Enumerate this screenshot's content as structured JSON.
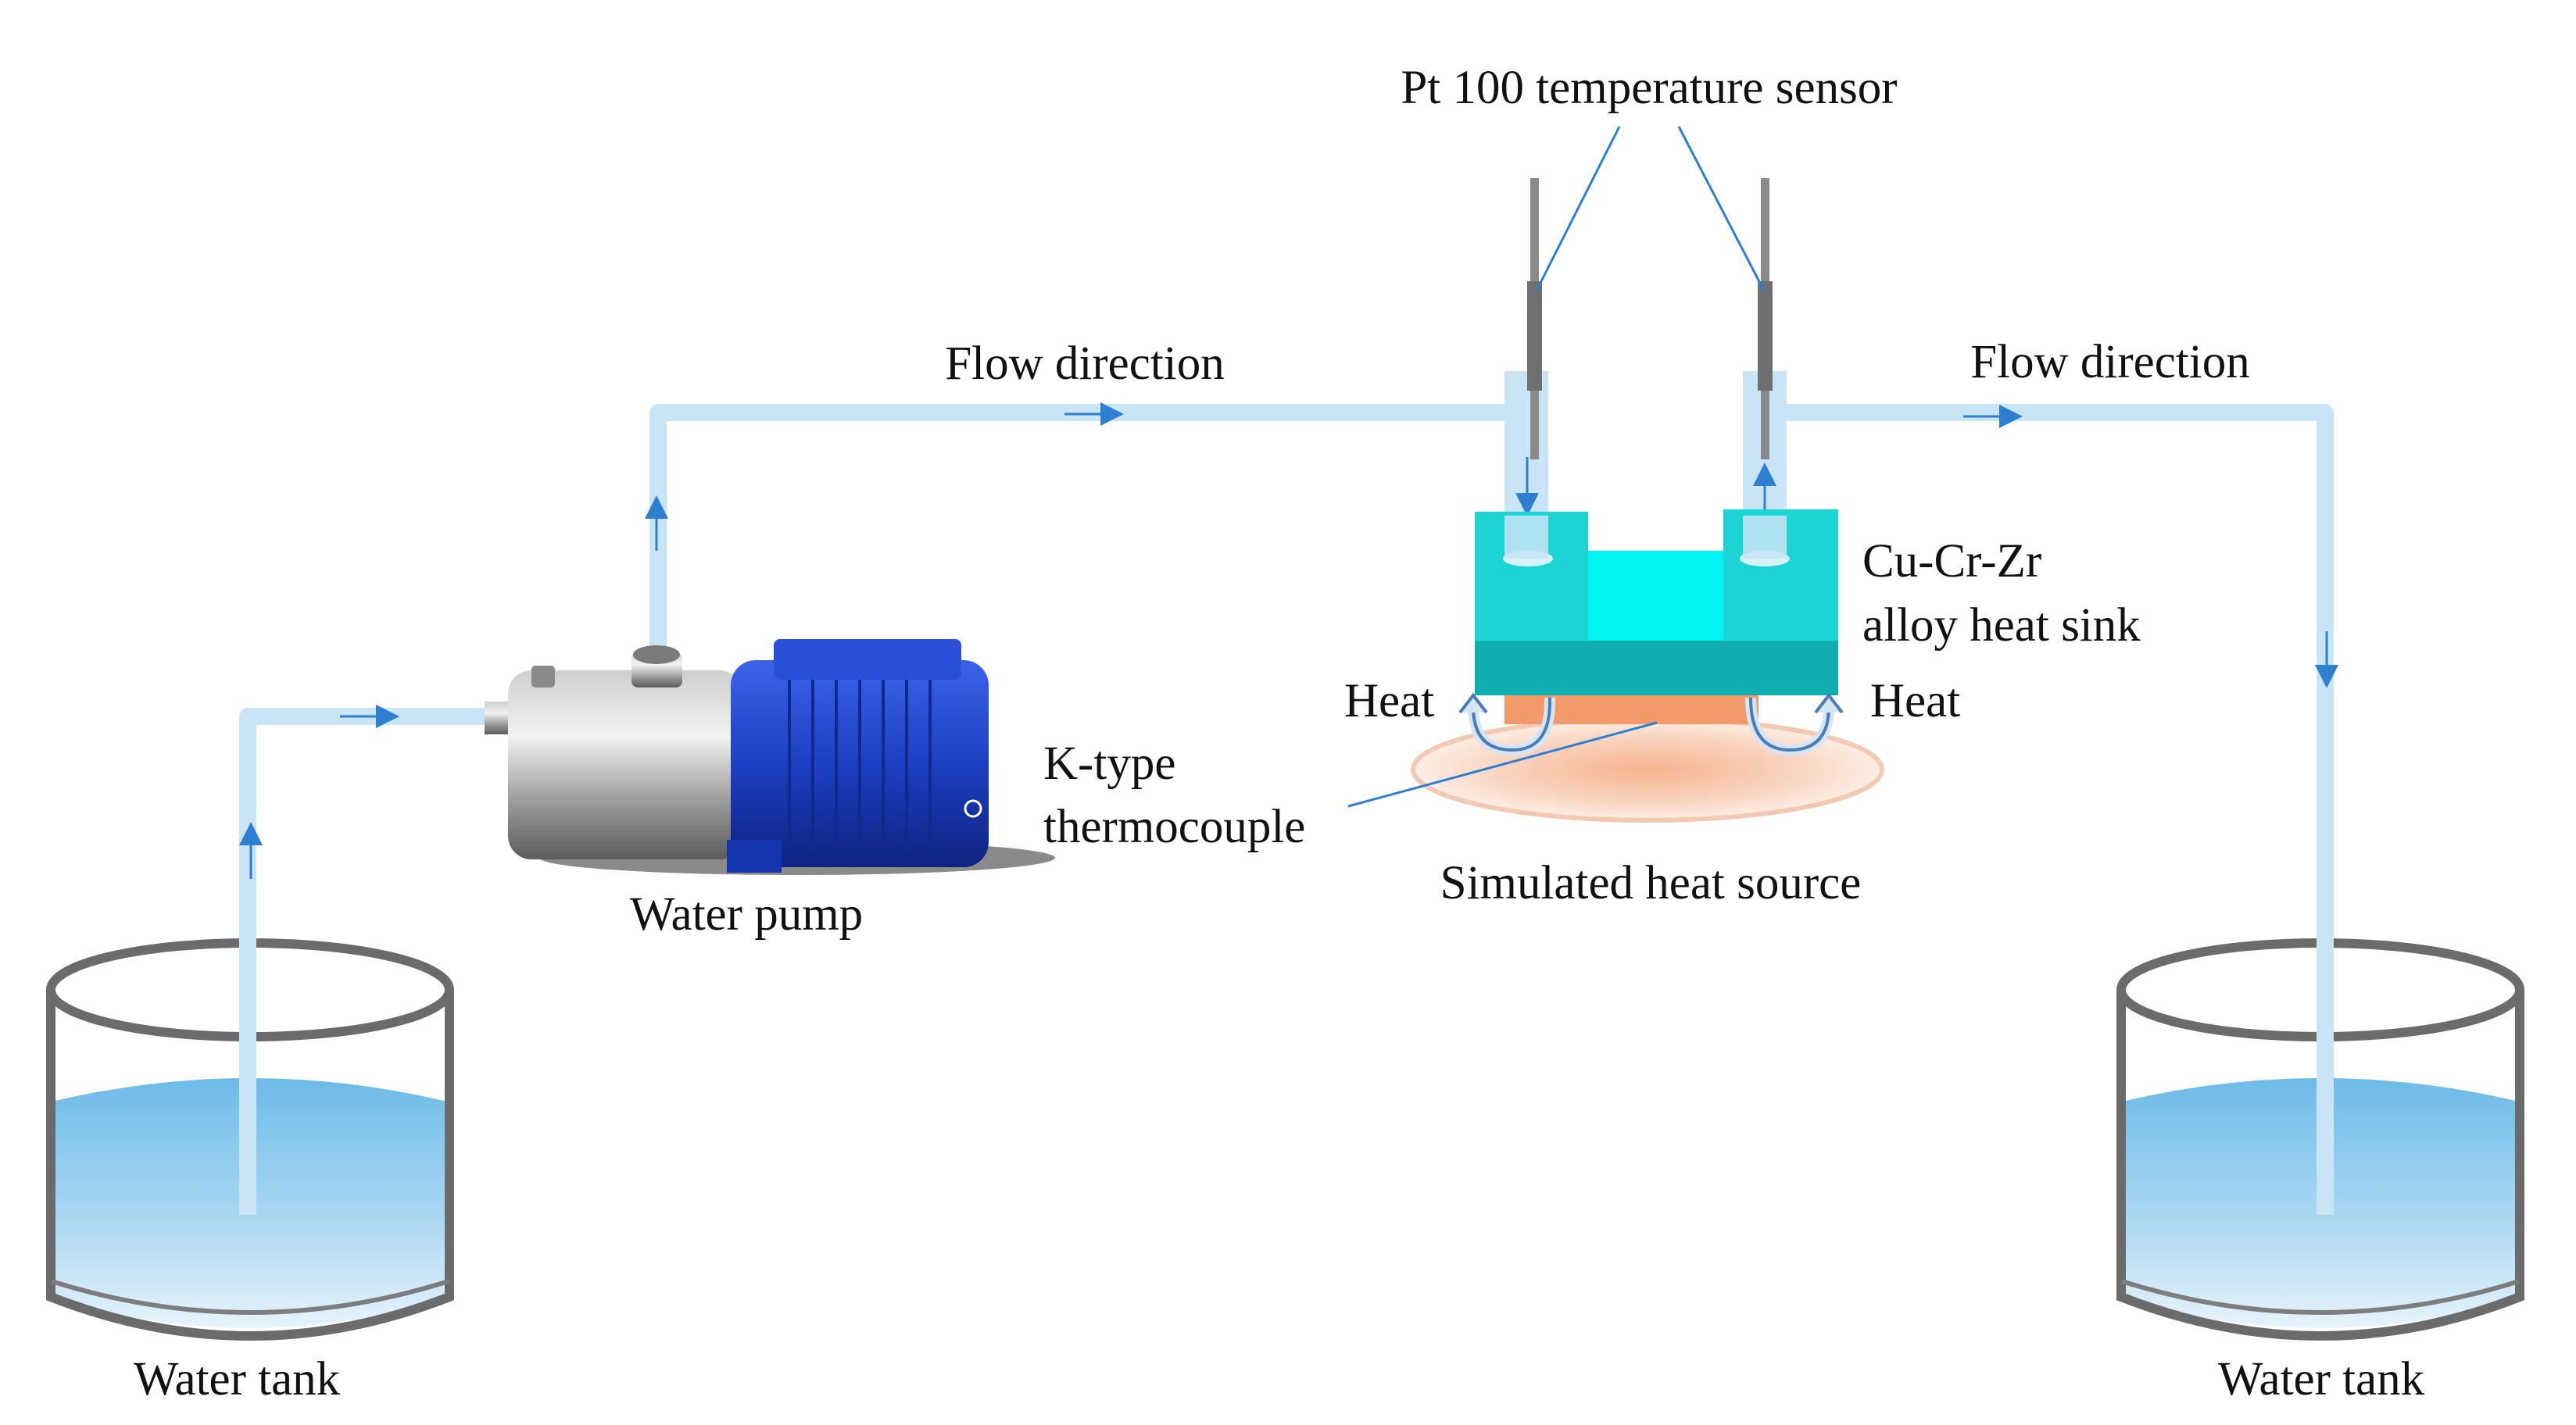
{
  "labels": {
    "sensor": "Pt 100 temperature sensor",
    "flow_left": "Flow direction",
    "flow_right": "Flow direction",
    "heat_sink_line1": "Cu-Cr-Zr",
    "heat_sink_line2": "alloy heat sink",
    "heat_left": "Heat",
    "heat_right": "Heat",
    "thermocouple_line1": "K-type",
    "thermocouple_line2": "thermocouple",
    "heat_source": "Simulated heat source",
    "pump": "Water pump",
    "tank_left": "Water tank",
    "tank_right": "Water tank"
  },
  "colors": {
    "pipe": "#c9e4f4",
    "arrow": "#2f7fd0",
    "water": "#7fc3ea",
    "tank_rim": "#6b6b6b",
    "heat_sink": "#1fd3d3",
    "heat_sink_top": "#00f4f4",
    "heat_source": "#f7c6a8",
    "pump_motor": "#1d3fc2",
    "pump_body": "#a8a8a8"
  }
}
